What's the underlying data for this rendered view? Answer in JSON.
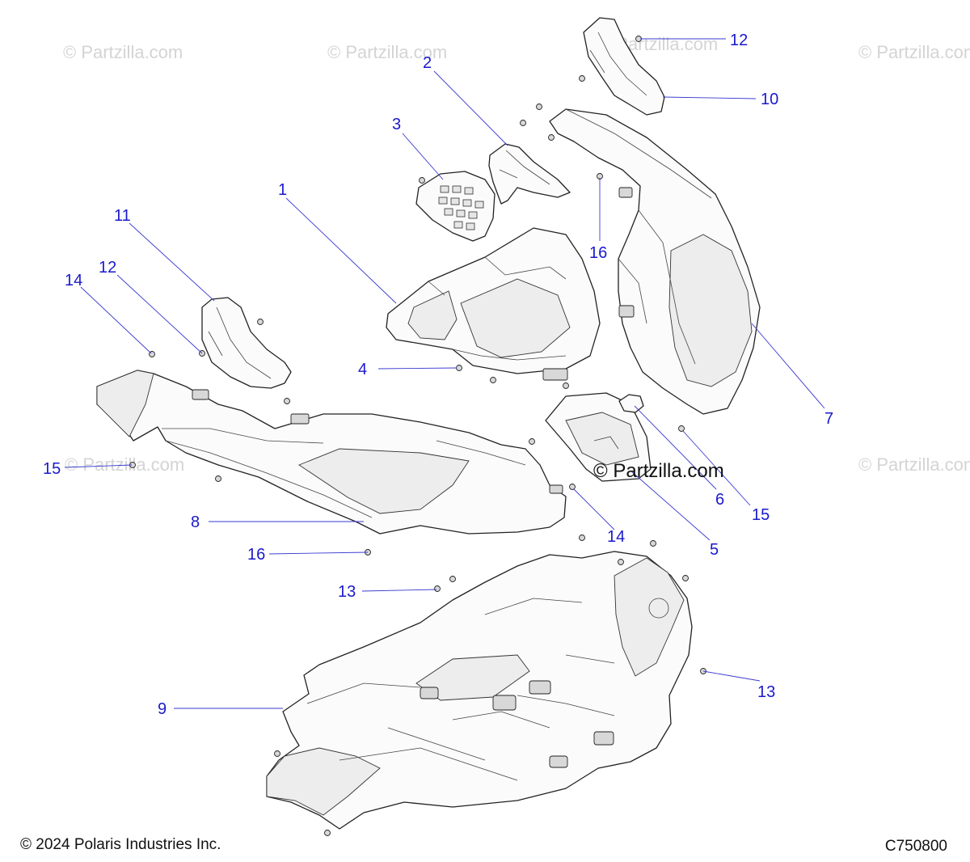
{
  "watermarks": {
    "faint": "© Partzilla.com",
    "center": "© Partzilla.com"
  },
  "callouts": [
    "1",
    "2",
    "3",
    "4",
    "5",
    "6",
    "7",
    "8",
    "9",
    "10",
    "11",
    "12",
    "13",
    "14",
    "15",
    "16"
  ],
  "callout_color": "#1a1acc",
  "footer": {
    "copyright": "© 2024 Polaris Industries Inc.",
    "diagram_code": "C750800"
  }
}
